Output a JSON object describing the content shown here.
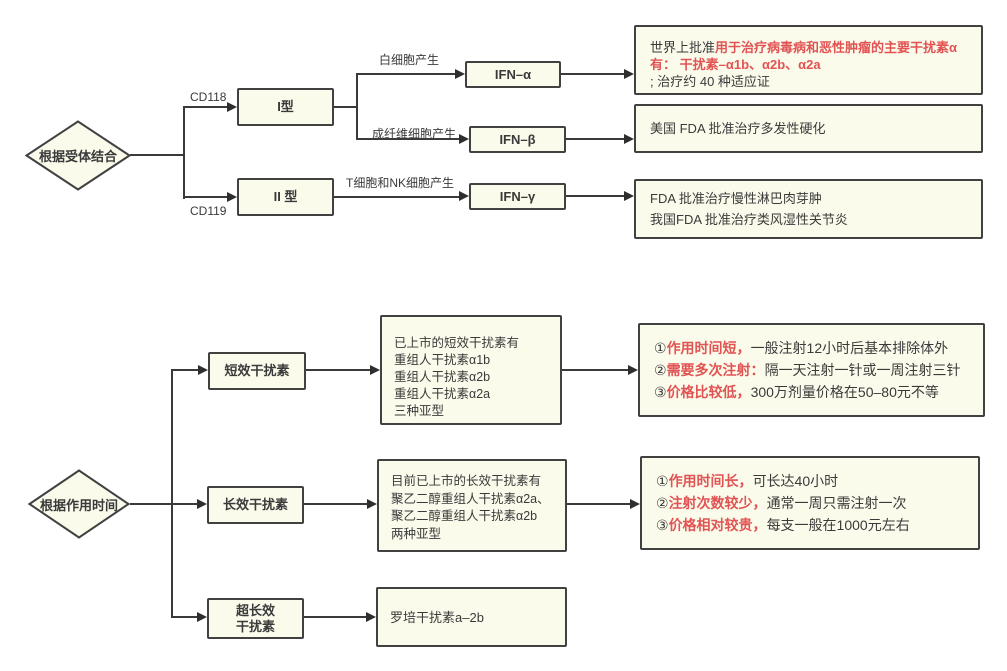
{
  "colors": {
    "node_fill": "#FBFBEC",
    "node_border": "#414141",
    "text": "#3A3A3A",
    "highlight": "#E25353",
    "connector": "#3A3A3A"
  },
  "receptor_chart": {
    "root_label": "根据受体结合",
    "edge_cd118": "CD118",
    "edge_cd119": "CD119",
    "type1_label": "I型",
    "type2_label": "II 型",
    "producer_alpha": "白细胞产生",
    "producer_beta": "成纤维细胞产生",
    "producer_gamma": "T细胞和NK细胞产生",
    "ifn_alpha": "IFN–α",
    "ifn_beta": "IFN–β",
    "ifn_gamma": "IFN–γ",
    "result_alpha": {
      "l1_pre": "世界上批准",
      "l1_hl": "用于治疗病毒病和恶性肿瘤的主要干扰素α",
      "l2_hl": "有： 干扰素–α1b、α2b、α2a",
      "l3": "; 治疗约 40 种适应证"
    },
    "result_beta": "美国 FDA 批准治疗多发性硬化",
    "result_gamma_line1": "FDA 批准治疗慢性淋巴肉芽肿",
    "result_gamma_line2": "我国FDA 批准治疗类风湿性关节炎"
  },
  "duration_chart": {
    "root_label": "根据作用时间",
    "short_label": "短效干扰素",
    "long_label": "长效干扰素",
    "ultra_label_line1": "超长效",
    "ultra_label_line2": "干扰素",
    "short_list": [
      "已上市的短效干扰素有",
      "重组人干扰素α1b",
      "重组人干扰素α2b",
      "重组人干扰素α2a",
      "三种亚型"
    ],
    "long_list": [
      "目前已上市的长效干扰素有",
      "聚乙二醇重组人干扰素α2a、",
      "聚乙二醇重组人干扰素α2b",
      "两种亚型"
    ],
    "ultra_product": "罗培干扰素a–2b",
    "short_features": [
      {
        "num": "①",
        "hl": "作用时间短，",
        "post": "一般注射12小时后基本排除体外"
      },
      {
        "num": "②",
        "hl": "需要多次注射：",
        "post": "隔一天注射一针或一周注射三针"
      },
      {
        "num": "③",
        "hl": "价格比较低，",
        "post": "300万剂量价格在50–80元不等"
      }
    ],
    "long_features": [
      {
        "num": "①",
        "hl": "作用时间长，",
        "post": "可长达40小时"
      },
      {
        "num": "②",
        "hl": "注射次数较少，",
        "post": "通常一周只需注射一次"
      },
      {
        "num": "③",
        "hl": "价格相对较贵，",
        "post": "每支一般在1000元左右"
      }
    ]
  }
}
